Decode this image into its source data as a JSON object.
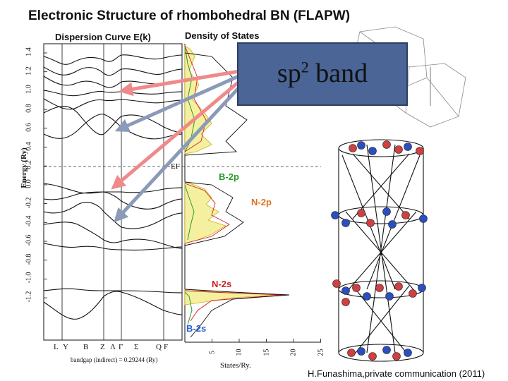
{
  "title": "Electronic Structure of rhombohedral BN (FLAPW)",
  "dispersion_title": "Dispersion Curve E(k)",
  "dos_title": "Density of States",
  "y_axis_label": "Energy (Ry)",
  "y_ticks": [
    "1.4",
    "1.2",
    "1.0",
    "0.8",
    "0.6",
    "0.4",
    "0.2",
    "0.0",
    "-0.2",
    "-0.4",
    "-0.6",
    "-0.8",
    "-1.0",
    "-1.2"
  ],
  "k_points": [
    "L",
    "Y",
    "B",
    "Z",
    "Λ",
    "Γ",
    "Σ",
    "Q",
    "F"
  ],
  "bandgap_text": "bandgap (indirect) = 0.29244 (Ry)",
  "fermi_label": "EF",
  "dos_x_label": "States/Ry.",
  "dos_ticks": [
    "5",
    "10",
    "15",
    "20",
    "25"
  ],
  "orbitals": {
    "b2p": "B-2p",
    "n2p": "N-2p",
    "n2s": "N-2s",
    "b2s": "B-2s"
  },
  "callout": {
    "prefix": "sp",
    "sup": "2",
    "suffix": " band"
  },
  "credit": "H.Funashima,private communication (2011)",
  "colors": {
    "callout_bg": "#4a6596",
    "red_arrow": "#f08a8a",
    "blue_arrow": "#8a9ab8",
    "b_atom": "#2b4fc0",
    "n_atom": "#d04040",
    "b2p_label": "#2a9a2a",
    "n2p_label": "#e07020",
    "n2s_label": "#d02020",
    "b2s_label": "#2a60d0"
  }
}
